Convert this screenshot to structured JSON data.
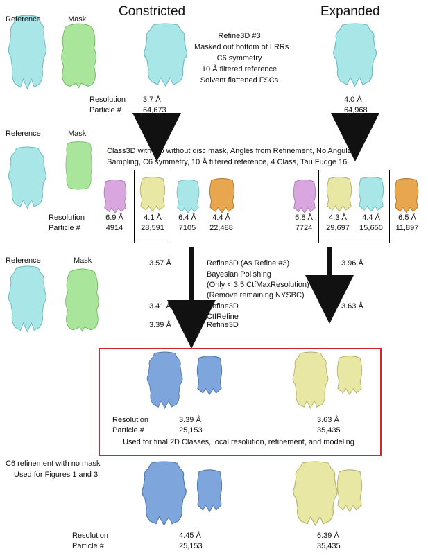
{
  "headers": {
    "constricted": "Constricted",
    "expanded": "Expanded"
  },
  "labels": {
    "reference": "Reference",
    "mask": "Mask",
    "resolution": "Resolution",
    "particle": "Particle #"
  },
  "refine1": {
    "lines": [
      "Refine3D #3",
      "Masked out bottom of LRRs",
      "C6 symmetry",
      "10 Å filtered reference",
      "Solvent flattened FSCs"
    ],
    "constricted": {
      "resolution": "3.7 Å",
      "particles": "64,673"
    },
    "expanded": {
      "resolution": "4.0 Å",
      "particles": "64,968"
    }
  },
  "class3d": {
    "lines": [
      "Class3D with top without disc mask, Angles from Refinement, No Angular",
      "Sampling, C6 symmetry, 10 Å filtered reference, 4 Class, Tau Fudge 16"
    ],
    "constricted": [
      {
        "resolution": "6.9 Å",
        "particles": "4914",
        "color": "#d9a6df"
      },
      {
        "resolution": "4.1 Å",
        "particles": "28,591",
        "color": "#e8e8a4"
      },
      {
        "resolution": "6.4 Å",
        "particles": "7105",
        "color": "#a8e6e8"
      },
      {
        "resolution": "4.4 Å",
        "particles": "22,488",
        "color": "#e8a64f"
      }
    ],
    "expanded": [
      {
        "resolution": "6.8 Å",
        "particles": "7724",
        "color": "#d9a6df"
      },
      {
        "resolution": "4.3 Å",
        "particles": "29,697",
        "color": "#e8e8a4"
      },
      {
        "resolution": "4.4 Å",
        "particles": "15,650",
        "color": "#a8e6e8"
      },
      {
        "resolution": "6.5 Å",
        "particles": "11,897",
        "color": "#e8a64f"
      }
    ]
  },
  "refine2": {
    "lines": [
      "Refine3D (As Refine #3)",
      "Bayesian Polishing",
      "(Only < 3.5 CtfMaxResolution)",
      "(Remove remaining NYSBC)",
      "Refine3D",
      "CtfRefine",
      "Refine3D"
    ],
    "constricted_steps": [
      "3.57 Å",
      "3.41 Å",
      "3.39 Å"
    ],
    "expanded_steps": [
      "3.96 Å",
      "3.63 Å"
    ]
  },
  "final": {
    "constricted": {
      "resolution": "3.39 Å",
      "particles": "25,153"
    },
    "expanded": {
      "resolution": "3.63 Å",
      "particles": "35,435"
    },
    "caption": "Used for final 2D Classes, local resolution, refinement, and modeling"
  },
  "nomask": {
    "lines": [
      "C6 refinement with no mask",
      "Used for Figures 1 and 3"
    ],
    "constricted": {
      "resolution": "4.45 Å",
      "particles": "25,153"
    },
    "expanded": {
      "resolution": "6.39 Å",
      "particles": "35,435"
    }
  },
  "colors": {
    "cyan": "#a8e6e8",
    "green": "#a9e59a",
    "blue": "#7fa6dc",
    "yellow": "#e8e8a4",
    "purple": "#d9a6df",
    "orange": "#e8a64f",
    "red_frame": "#d4252b"
  }
}
